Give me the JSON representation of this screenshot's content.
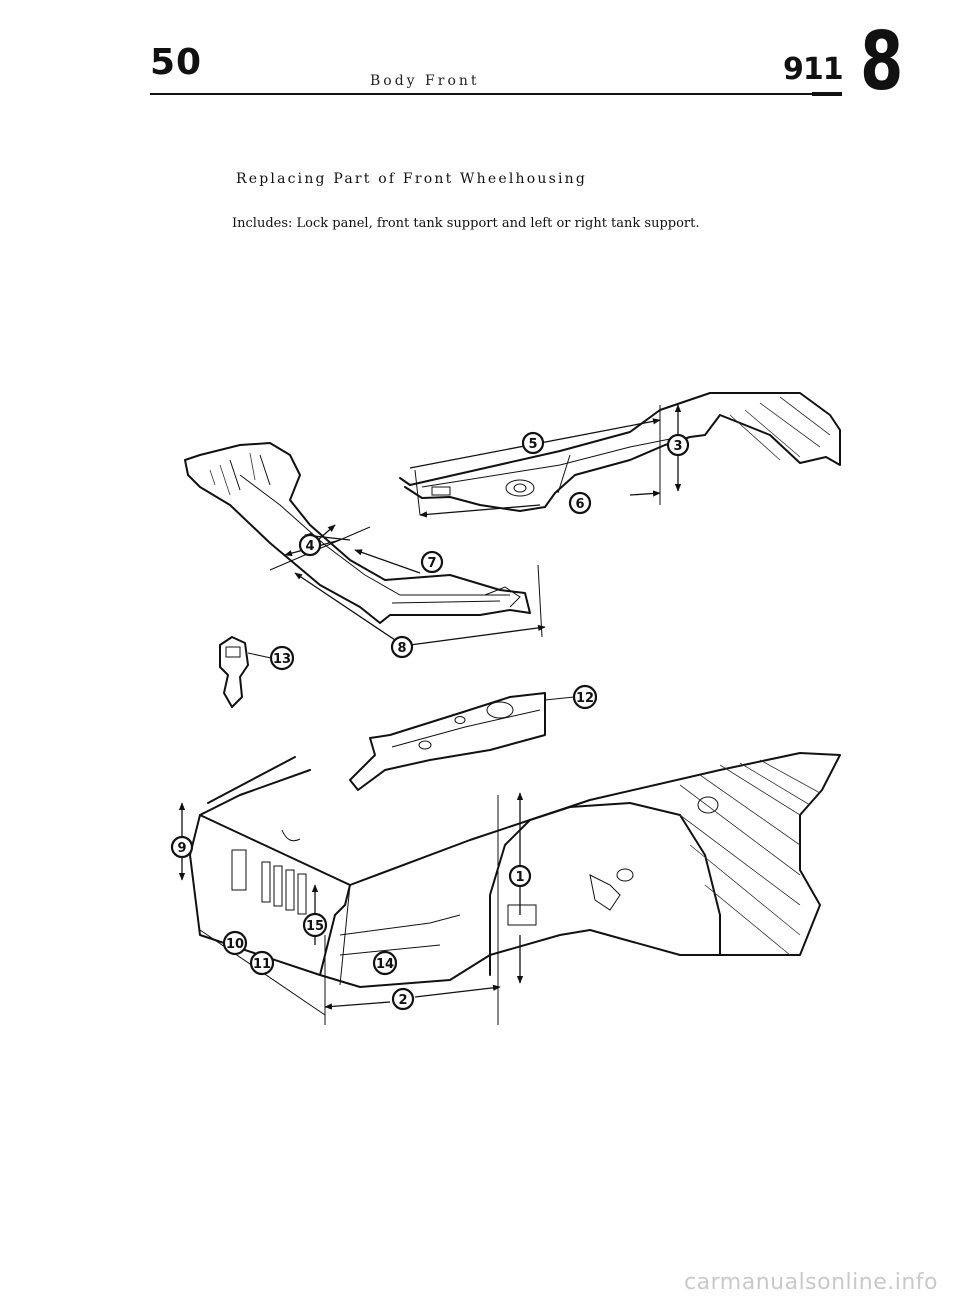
{
  "header": {
    "page_number": "50",
    "section_title": "Body Front",
    "model": "911",
    "group": "8"
  },
  "procedure": {
    "title": "Replacing Part of Front Wheelhousing",
    "includes": "Includes: Lock panel,  front tank support and left or right tank support."
  },
  "diagram": {
    "callouts": [
      "1",
      "2",
      "3",
      "4",
      "5",
      "6",
      "7",
      "8",
      "9",
      "10",
      "11",
      "12",
      "13",
      "14",
      "15"
    ]
  },
  "watermark": "carmanualsonline.info"
}
